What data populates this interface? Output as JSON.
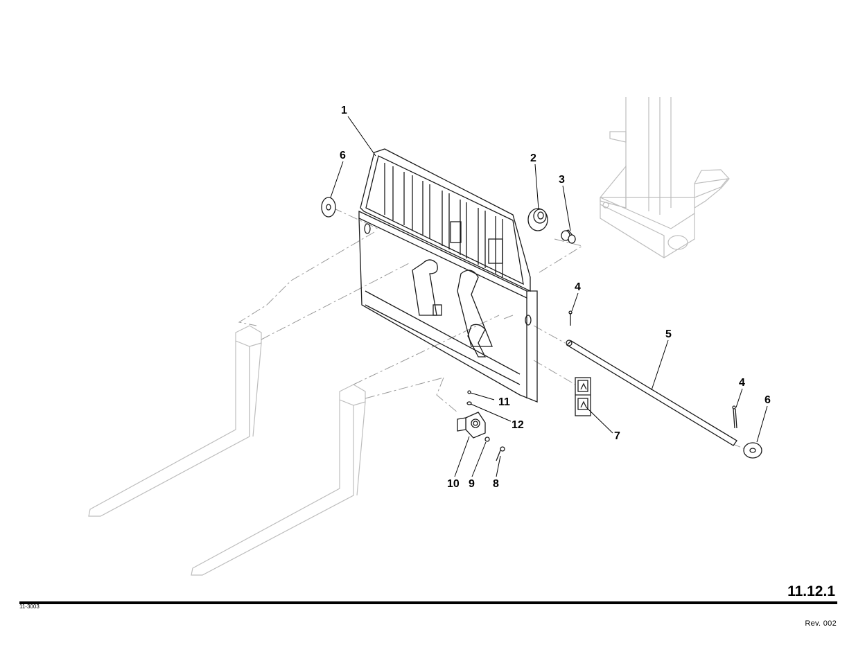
{
  "sheet": {
    "page_number": "11.12.1",
    "document_code": "11-3003",
    "revision": "Rev. 002"
  },
  "callouts": {
    "c1": "1",
    "c2": "2",
    "c3": "3",
    "c4a": "4",
    "c4b": "4",
    "c5": "5",
    "c6a": "6",
    "c6b": "6",
    "c7": "7",
    "c8": "8",
    "c9": "9",
    "c10": "10",
    "c11": "11",
    "c12": "12"
  }
}
